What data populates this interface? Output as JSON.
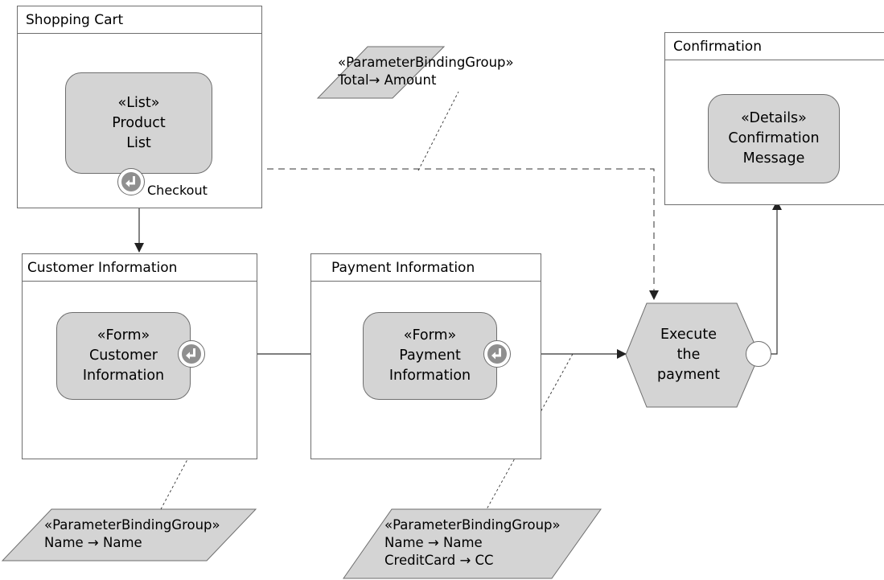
{
  "containers": {
    "shopping_cart": "Shopping Cart",
    "confirmation": "Confirmation",
    "customer_information": "Customer Information",
    "payment_information": "Payment Information"
  },
  "components": {
    "product_list": {
      "stereotype": "«List»",
      "line1": "Product",
      "line2": "List"
    },
    "confirmation_message": {
      "stereotype": "«Details»",
      "line1": "Confirmation",
      "line2": "Message"
    },
    "customer_form": {
      "stereotype": "«Form»",
      "line1": "Customer",
      "line2": "Information"
    },
    "payment_form": {
      "stereotype": "«Form»",
      "line1": "Payment",
      "line2": "Information"
    }
  },
  "events": {
    "checkout_label": "Checkout"
  },
  "action": {
    "line1": "Execute",
    "line2": "the",
    "line3": "payment"
  },
  "bindings": {
    "total": {
      "stereotype": "«ParameterBindingGroup»",
      "rows": [
        "Total→ Amount"
      ]
    },
    "customer": {
      "stereotype": "«ParameterBindingGroup»",
      "rows": [
        "Name → Name"
      ]
    },
    "payment": {
      "stereotype": "«ParameterBindingGroup»",
      "rows": [
        "Name → Name",
        "CreditCard → CC"
      ]
    }
  },
  "colors": {
    "fill_gray": "#d4d4d4",
    "border_gray": "#6e6e6e",
    "event_icon_gray": "#8f8f8f",
    "line_dark": "#333333"
  }
}
